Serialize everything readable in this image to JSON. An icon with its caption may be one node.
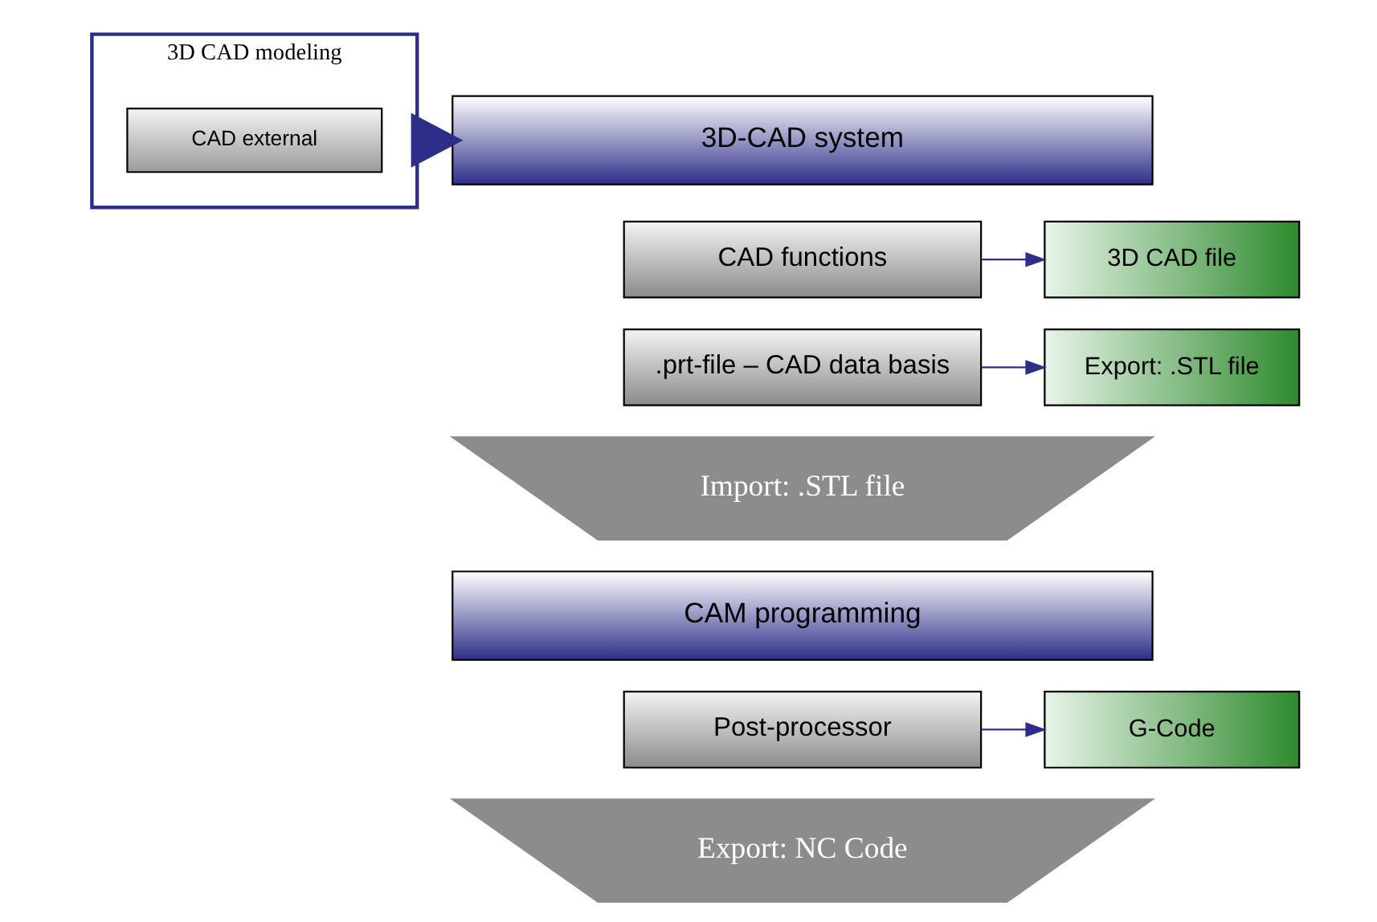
{
  "diagram": {
    "nodes": [
      {
        "text": [
          "3D CAD modeling"
        ]
      },
      {
        "text": [
          "CAD external"
        ],
        "in": 0
      },
      {
        "text": [
          "3D-CAD system"
        ]
      },
      {
        "text": [
          "CAD functions"
        ]
      },
      {
        "text": [
          "3D CAD file"
        ]
      },
      {
        "text": [
          ".prt-file – CAD data basis"
        ]
      },
      {
        "text": [
          "Export: .STL file"
        ]
      },
      {
        "text": [
          "Import: .STL file"
        ]
      },
      {
        "text": [
          "CAM programming"
        ]
      },
      {
        "text": [
          "Post-processor"
        ]
      },
      {
        "text": [
          "G-Code"
        ]
      },
      {
        "text": [
          "Export: NC Code"
        ]
      }
    ],
    "edges": [
      {
        "from": 0,
        "to": 2,
        "arrow": "to",
        "style": "thick"
      },
      {
        "from": 3,
        "to": 4,
        "arrow": "to"
      },
      {
        "from": 5,
        "to": 6,
        "arrow": "to"
      },
      {
        "from": 9,
        "to": 10,
        "arrow": "to"
      }
    ]
  }
}
